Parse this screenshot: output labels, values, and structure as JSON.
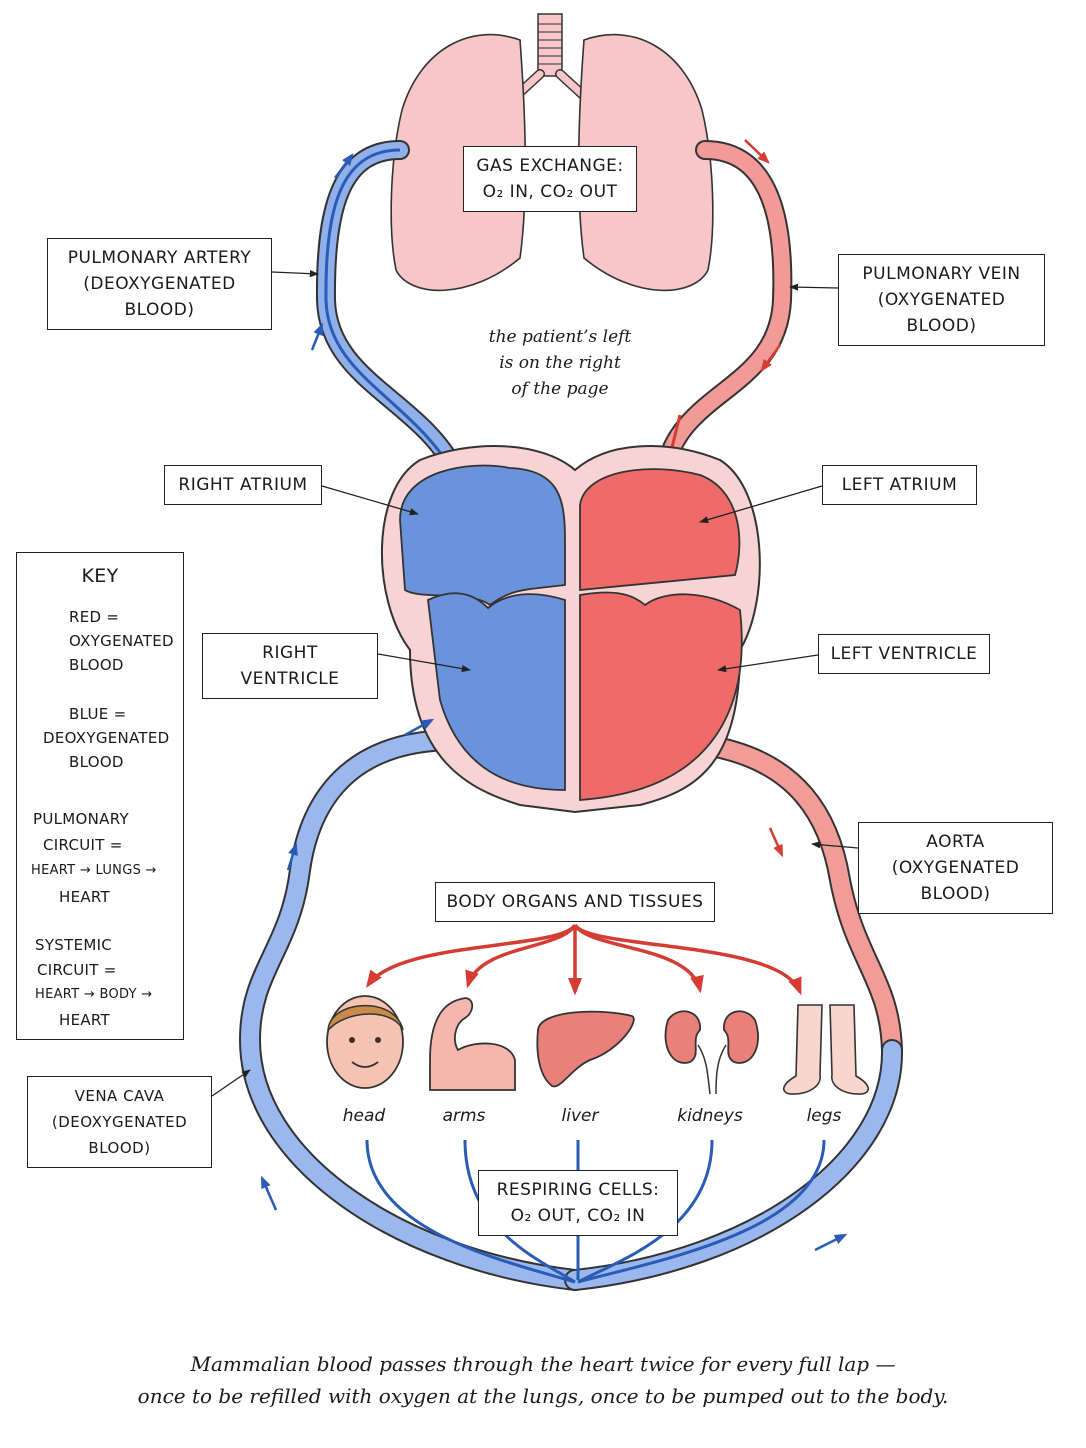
{
  "labels": {
    "gas_exchange": {
      "line1": "GAS EXCHANGE:",
      "line2": "O₂ IN, CO₂ OUT"
    },
    "pulmonary_artery": {
      "line1": "PULMONARY ARTERY",
      "line2": "(DEOXYGENATED BLOOD)"
    },
    "pulmonary_vein": {
      "line1": "PULMONARY VEIN",
      "line2": "(OXYGENATED BLOOD)"
    },
    "right_atrium": "RIGHT ATRIUM",
    "left_atrium": "LEFT ATRIUM",
    "right_ventricle": "RIGHT VENTRICLE",
    "left_ventricle": "LEFT VENTRICLE",
    "aorta": {
      "line1": "AORTA",
      "line2": "(OXYGENATED BLOOD)"
    },
    "body_organs": "BODY ORGANS AND TISSUES",
    "vena_cava": {
      "line1": "VENA CAVA",
      "line2": "(DEOXYGENATED BLOOD)"
    },
    "respiring_cells": {
      "line1": "RESPIRING CELLS:",
      "line2": "O₂ OUT, CO₂ IN"
    }
  },
  "orientation_note": [
    "the patient’s left",
    "is on the right",
    "of the page"
  ],
  "organs": [
    "head",
    "arms",
    "liver",
    "kidneys",
    "legs"
  ],
  "key": {
    "title": "KEY",
    "red": [
      "RED =",
      "OXYGENATED",
      "BLOOD"
    ],
    "blue": [
      "BLUE =",
      "DEOXYGENATED",
      "BLOOD"
    ],
    "pulmonary": [
      "PULMONARY",
      "CIRCUIT =",
      "HEART → LUNGS →",
      "HEART"
    ],
    "systemic": [
      "SYSTEMIC",
      "CIRCUIT =",
      "HEART → BODY →",
      "HEART"
    ]
  },
  "caption": [
    "Mammalian blood passes through the heart twice for every full lap —",
    "once to be refilled with oxygen at the lungs, once to be pumped out to the body."
  ],
  "colors": {
    "oxygenated": "#d43c34",
    "deoxygenated": "#2a5bb5",
    "red_fill": "#f08080",
    "blue_fill": "#7aa0e0",
    "lung_fill": "#f6c6c8"
  }
}
